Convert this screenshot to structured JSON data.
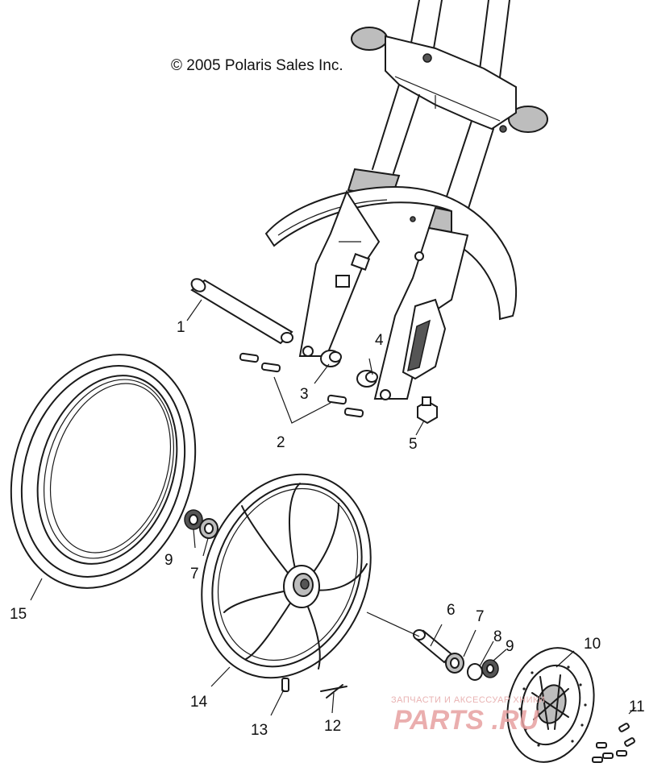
{
  "copyright": "© 2005 Polaris Sales Inc.",
  "watermark": {
    "tagline": "ЗАПЧАСТИ И АКСЕССУАР    ХНИКИ",
    "brand": "PARTS      .RU"
  },
  "callouts": [
    {
      "id": "c1",
      "label": "1"
    },
    {
      "id": "c2",
      "label": "2"
    },
    {
      "id": "c3",
      "label": "3"
    },
    {
      "id": "c4",
      "label": "4"
    },
    {
      "id": "c5",
      "label": "5"
    },
    {
      "id": "c6",
      "label": "6"
    },
    {
      "id": "c7a",
      "label": "7"
    },
    {
      "id": "c7b",
      "label": "7"
    },
    {
      "id": "c8",
      "label": "8"
    },
    {
      "id": "c9a",
      "label": "9"
    },
    {
      "id": "c9b",
      "label": "9"
    },
    {
      "id": "c10",
      "label": "10"
    },
    {
      "id": "c11",
      "label": "11"
    },
    {
      "id": "c12",
      "label": "12"
    },
    {
      "id": "c13",
      "label": "13"
    },
    {
      "id": "c14",
      "label": "14"
    },
    {
      "id": "c15",
      "label": "15"
    }
  ]
}
